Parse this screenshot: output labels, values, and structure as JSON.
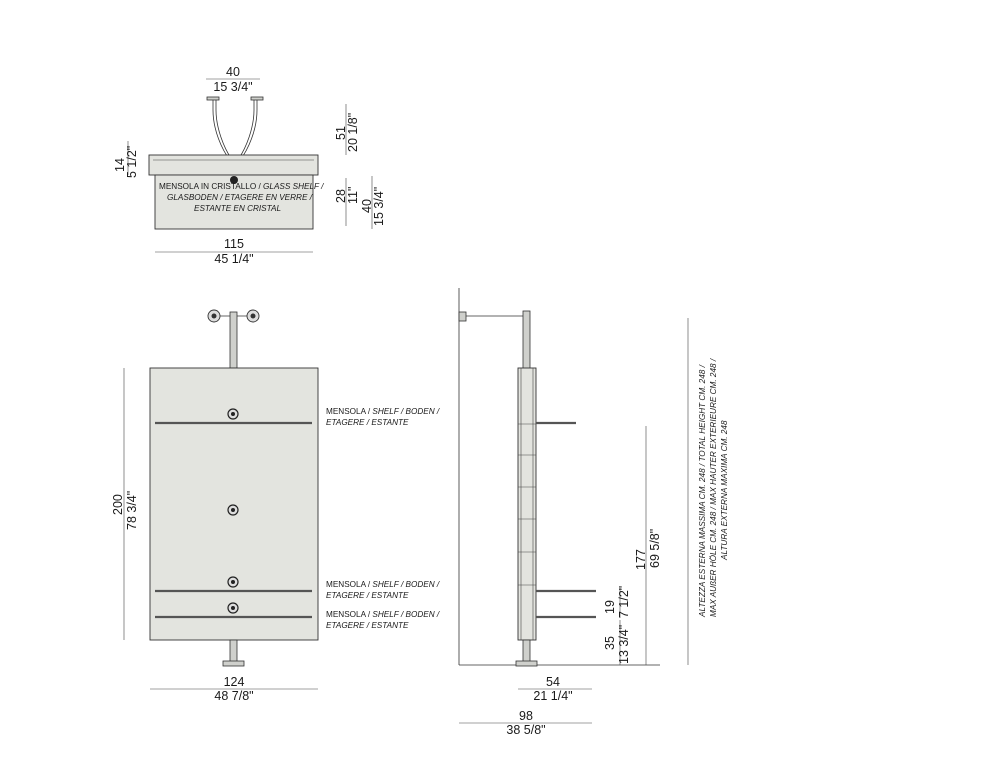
{
  "top_view": {
    "width_top_cm": "40",
    "width_top_in": "15 3/4\"",
    "width_bottom_cm": "115",
    "width_bottom_in": "45 1/4\"",
    "left_cm": "14",
    "left_in": "5 1/2\"",
    "r1_cm": "51",
    "r1_in": "20 1/8\"",
    "r2_cm": "28",
    "r2_in": "11\"",
    "r3_cm": "40",
    "r3_in": "15 3/4\"",
    "glass_note_1": "MENSOLA IN CRISTALLO / ",
    "glass_note_1_i": "GLASS SHELF /",
    "glass_note_2_i": "GLASBODEN / ETAGERE EN VERRE /",
    "glass_note_3_i": "ESTANTE EN CRISTAL"
  },
  "front_view": {
    "height_cm": "200",
    "height_in": "78 3/4\"",
    "width_cm": "124",
    "width_in": "48 7/8\"",
    "shelf_note_a": "MENSOLA / ",
    "shelf_note_b": "SHELF / BODEN /",
    "shelf_note_c": "ETAGERE / ESTANTE"
  },
  "side_view": {
    "depth_cm": "54",
    "depth_in": "21 1/4\"",
    "total_depth_cm": "98",
    "total_depth_in": "38 5/8\"",
    "h177_cm": "177",
    "h177_in": "69 5/8\"",
    "h19_cm": "19",
    "h19_in": "7 1/2\"",
    "h35_cm": "35",
    "h35_in": "13 3/4\"",
    "total_height_1": "ALTEZZA ESTERNA MASSIMA CM. 248 / TOTAL HEIGHT CM. 248 /",
    "total_height_2": "MAX AUßER HÖLE CM. 248 / MAX HAUTER EXTERIEURE CM. 248 /",
    "total_height_3": "ALTURA EXTERNA MAXIMA CM. 248"
  }
}
